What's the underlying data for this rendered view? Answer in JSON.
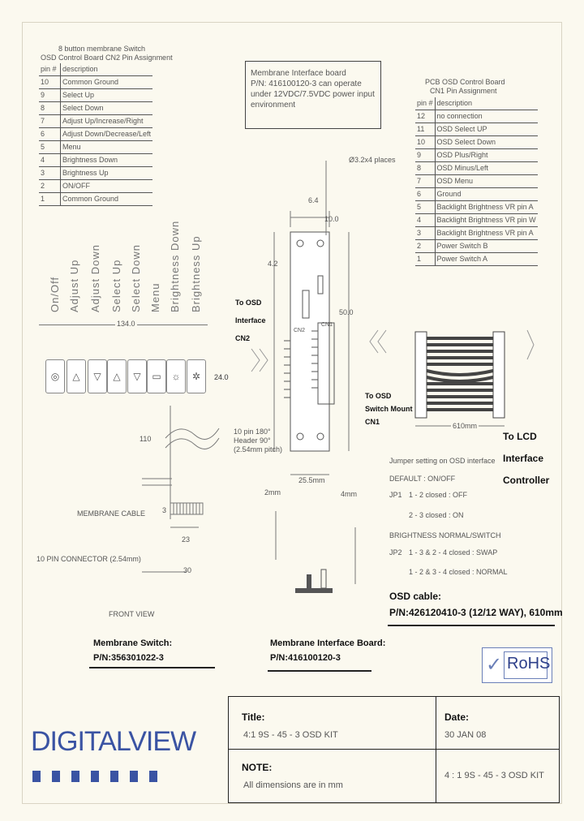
{
  "membrane_table": {
    "title1": "8 button membrane Switch",
    "title2": "OSD Control Board CN2 Pin Assignment",
    "header": [
      "pin #",
      "description"
    ],
    "rows": [
      [
        "10",
        "Common Ground"
      ],
      [
        "9",
        "Select Up"
      ],
      [
        "8",
        "Select Down"
      ],
      [
        "7",
        "Adjust Up/Increase/Right"
      ],
      [
        "6",
        "Adjust Down/Decrease/Left"
      ],
      [
        "5",
        "Menu"
      ],
      [
        "4",
        "Brightness Down"
      ],
      [
        "3",
        "Brightness Up"
      ],
      [
        "2",
        "ON/OFF"
      ],
      [
        "1",
        "Common Ground"
      ]
    ]
  },
  "interface_note": {
    "lines": [
      "Membrane Interface board",
      "P/N: 416100120-3 can operate",
      "under 12VDC/7.5VDC power input",
      "environment"
    ]
  },
  "pcb_table": {
    "title1": "PCB OSD Control Board",
    "title2": "CN1 Pin Assignment",
    "header": [
      "pin #",
      "description"
    ],
    "rows": [
      [
        "12",
        "no connection"
      ],
      [
        "11",
        "OSD Select UP"
      ],
      [
        "10",
        "OSD Select Down"
      ],
      [
        "9",
        "OSD Plus/Right"
      ],
      [
        "8",
        "OSD Minus/Left"
      ],
      [
        "7",
        "OSD Menu"
      ],
      [
        "6",
        "Ground"
      ],
      [
        "5",
        "Backlight Brightness VR pin A"
      ],
      [
        "4",
        "Backlight Brightness VR pin W"
      ],
      [
        "3",
        "Backlight Brightness VR pin A"
      ],
      [
        "2",
        "Power Switch B"
      ],
      [
        "1",
        "Power Switch A"
      ]
    ]
  },
  "button_labels": [
    "On/Off",
    "Adjust Up",
    "Adjust Down",
    "Select Up",
    "Select Down",
    "Menu",
    "Brightness Down",
    "Brightness Up"
  ],
  "dims": {
    "d134": "134.0",
    "d24": "24.0",
    "d64": "6.4",
    "d10": "10.0",
    "hole": "Ø3.2x4 places",
    "d255": "25.5mm",
    "d42": "4.2",
    "d50": "50.0",
    "d21": "2mm",
    "d41": "4mm",
    "d3": "3",
    "d23": "23",
    "d30": "30",
    "t110": "110"
  },
  "labels": {
    "to_osd_if": [
      "To OSD",
      "Interface",
      "CN2"
    ],
    "to_osd_sw": [
      "To OSD",
      "Switch Mount",
      "CN1"
    ],
    "to_lcd": [
      "To LCD",
      "Interface",
      "Controller"
    ],
    "cn2": "CN2",
    "cn1": "CN1",
    "header_note": [
      "10 pin 180°",
      "Header 90°",
      "(2.54mm pitch)"
    ],
    "membrane_cable": "MEMBRANE CABLE",
    "connector": "10 PIN CONNECTOR (2.54mm)",
    "front_view": "FRONT VIEW",
    "ms_title": "Membrane Switch:",
    "ms_pn": "P/N:356301022-3",
    "mib_title": "Membrane Interface Board:",
    "mib_pn": "P/N:416100120-3",
    "osd_cable_title": "OSD cable:",
    "osd_cable_pn": "P/N:426120410-3 (12/12 WAY), 610mm",
    "cable_len": "610mm"
  },
  "jumpers": {
    "title": "Jumper setting on OSD interface",
    "default": "DEFAULT : ON/OFF",
    "jp1": "JP1",
    "jp1_a": "1 - 2 closed  :  OFF",
    "jp1_b": "2 - 3 closed  :  ON",
    "bright": "BRIGHTNESS NORMAL/SWITCH",
    "jp2": "JP2",
    "jp2_a": "1 - 3 & 2 - 4 closed  :  SWAP",
    "jp2_b": "1 - 2 & 3 - 4 closed  :  NORMAL"
  },
  "rohs": "RoHS",
  "logo": {
    "brand": "DIGITALVIEW"
  },
  "title_block": {
    "title_label": "Title:",
    "title_value": "4:1 9S - 45 - 3 OSD KIT",
    "date_label": "Date:",
    "date_value": "30 JAN 08",
    "note_label": "NOTE:",
    "note_value": "All dimensions are in mm",
    "ref_value": "4 : 1 9S - 45 - 3 OSD KIT"
  }
}
